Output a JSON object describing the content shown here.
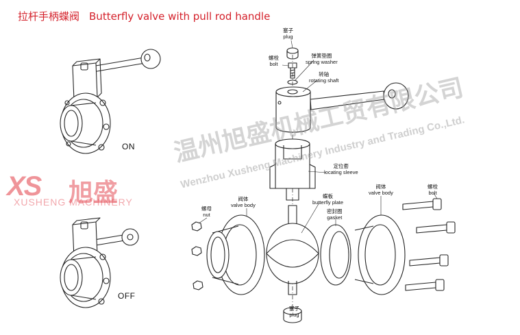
{
  "title": {
    "cn": "拉杆手柄蝶阀",
    "en": "Butterfly valve with pull rod handle"
  },
  "captions": {
    "on": "ON",
    "off": "OFF"
  },
  "labels": {
    "plug_top": {
      "cn": "塞子",
      "en": "plug"
    },
    "bolt_top": {
      "cn": "螺栓",
      "en": "bolt"
    },
    "spring_washer": {
      "cn": "弹簧垫圈",
      "en": "spring washer"
    },
    "rotating_shaft": {
      "cn": "转轴",
      "en": "rotating shaft"
    },
    "locating_sleeve": {
      "cn": "定位套",
      "en": "locating sleeve"
    },
    "butterfly_plate": {
      "cn": "蝶板",
      "en": "butterfly plate"
    },
    "gasket": {
      "cn": "密封圈",
      "en": "gasket"
    },
    "valve_body_left": {
      "cn": "阀体",
      "en": "valve body"
    },
    "valve_body_right": {
      "cn": "阀体",
      "en": "valve body"
    },
    "nut": {
      "cn": "螺母",
      "en": "nut"
    },
    "bolt_right": {
      "cn": "螺栓",
      "en": "bolt"
    },
    "plug_bottom": {
      "cn": "塞子",
      "en": "plug"
    }
  },
  "watermark": {
    "company_cn": "温州旭盛机械工贸有限公司",
    "company_en": "Wenzhou Xusheng Machinery Industry and Trading Co.,Ltd.",
    "logo_letters": "XS",
    "logo_cn": "旭盛",
    "logo_en": "XUSHENG MACHINERY"
  },
  "colors": {
    "title": "#d4202a",
    "line": "#222222",
    "watermark_red": "#e23c46"
  }
}
